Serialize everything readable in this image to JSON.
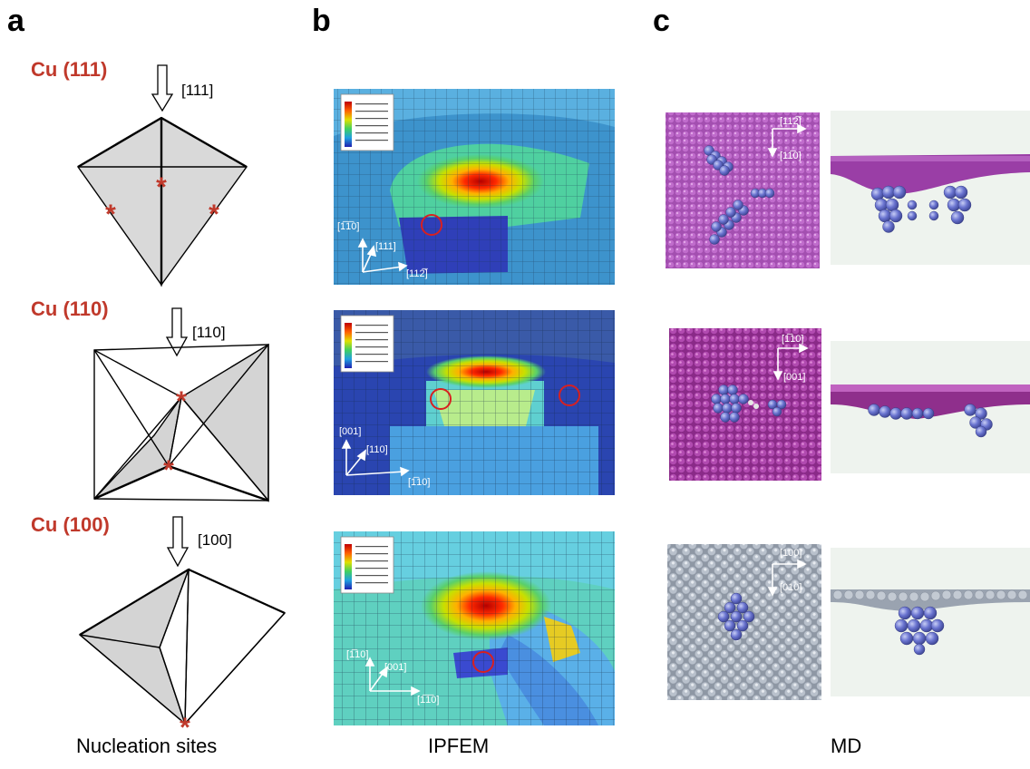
{
  "panels": {
    "a": {
      "letter": "a",
      "caption": "Nucleation sites",
      "rows": [
        {
          "label": "Cu (111)",
          "direction": "[111]"
        },
        {
          "label": "Cu (110)",
          "direction": "[110]"
        },
        {
          "label": "Cu (100)",
          "direction": "[100]"
        }
      ]
    },
    "b": {
      "letter": "b",
      "caption": "IPFEM",
      "images": [
        {
          "axis_up": "[1̅1̅0]",
          "axis_mid": "[111]",
          "axis_right": "[112̅]"
        },
        {
          "axis_up": "[001]",
          "axis_mid": "[110]",
          "axis_right": "[1̅10]"
        },
        {
          "axis_up": "[1̅10]",
          "axis_mid": "[001]",
          "axis_right": "[1̅1̅0]"
        }
      ]
    },
    "c": {
      "letter": "c",
      "caption": "MD",
      "images": [
        {
          "axis_right": "[112̅]",
          "axis_down": "[11̅0]",
          "color": "#9a3ea6"
        },
        {
          "axis_right": "[1̅10]",
          "axis_down": "[001]",
          "color": "#8f2f8c"
        },
        {
          "axis_right": "[100]",
          "axis_down": "[010]",
          "color": "#9aa3b0"
        }
      ]
    }
  },
  "colors": {
    "label_red": "#c0392b",
    "mesh_blue": "#3a8fc8",
    "mesh_cyan": "#5fd0c0",
    "mesh_deep": "#2a45b0",
    "atom_blue": "#5a64c8"
  }
}
